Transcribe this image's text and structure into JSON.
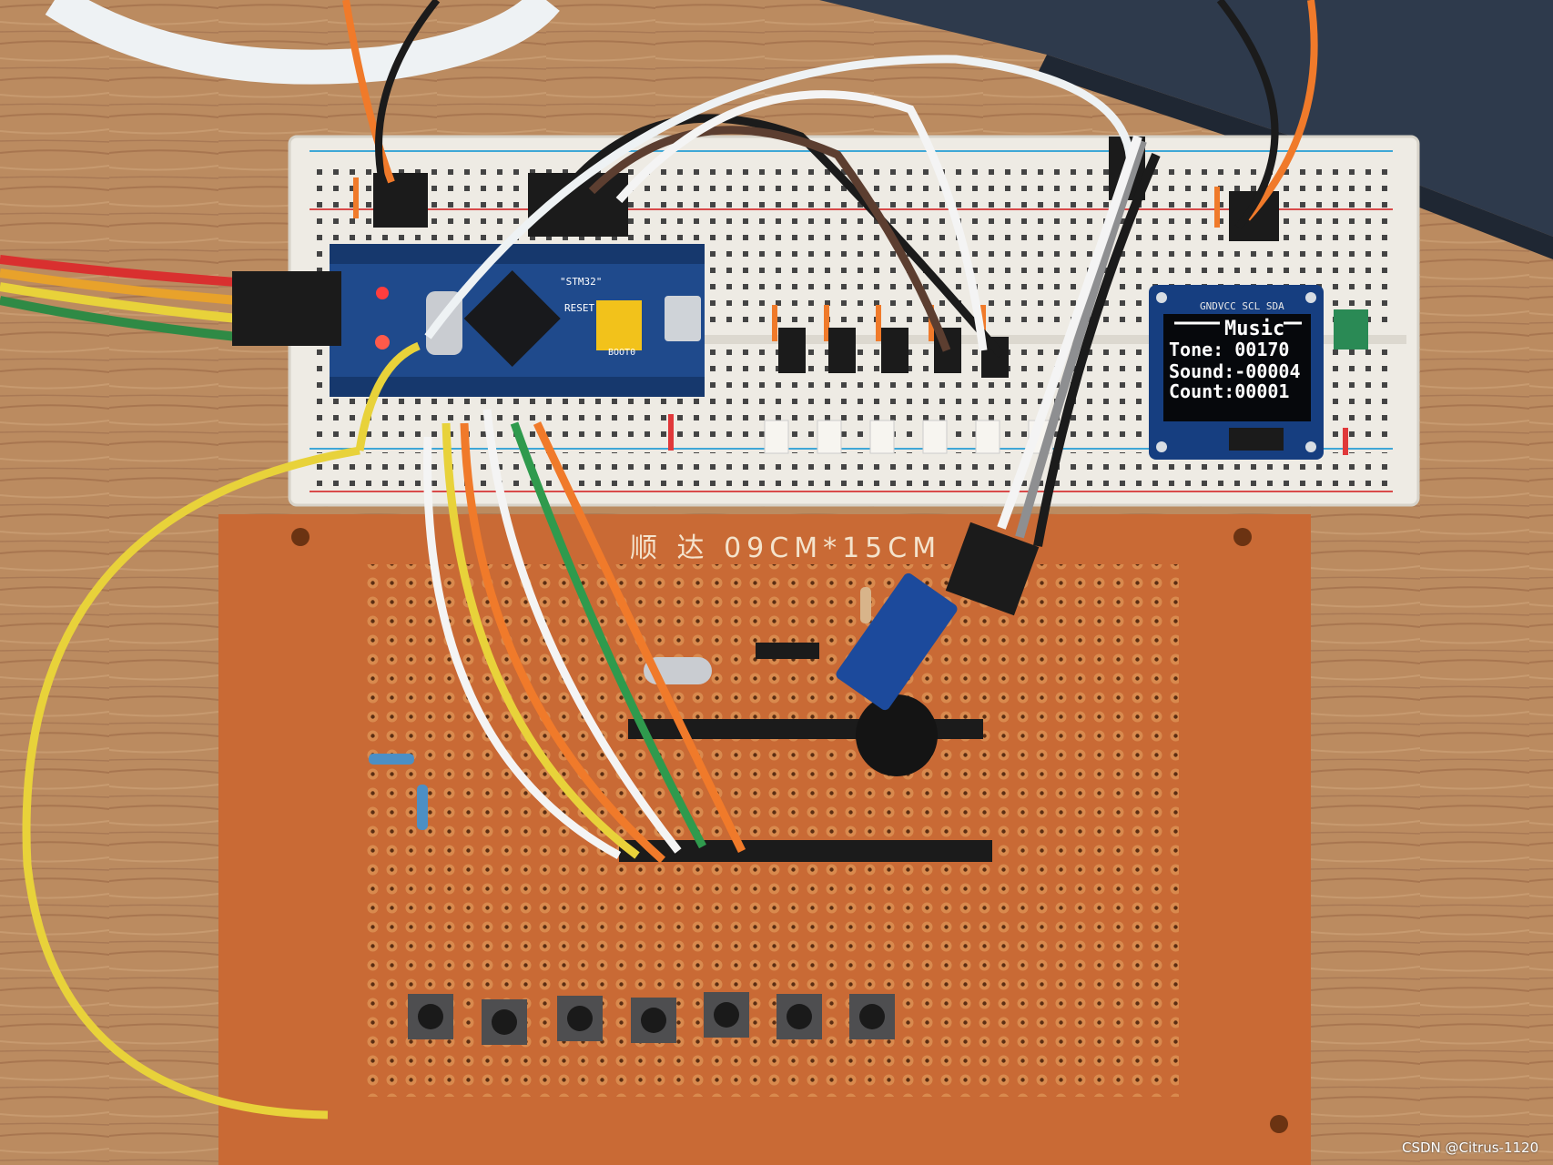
{
  "oled": {
    "header_pins": "GNDVCC SCL SDA",
    "title": "Music",
    "tone_line": "Tone: 00170",
    "sound_line": "Sound:-00004",
    "count_line": "Count:00001"
  },
  "pcb": {
    "brand": "顺 达 09CM*15CM"
  },
  "mcu_board": {
    "chip_label": "\"STM32\"",
    "reset_label": "RESET",
    "boot_label": "BOOT0"
  },
  "watermark": "CSDN @Citrus-1120",
  "colors": {
    "table": "#b9895f",
    "breadboard": "#eeebe4",
    "pcb": "#c96a35",
    "mcu_board": "#1f4a8c",
    "oled_screen": "#06080c",
    "wire_yellow": "#e8d23a",
    "wire_orange": "#f07a2a",
    "wire_white": "#f4f4f4",
    "wire_green": "#2f9a4d",
    "wire_black": "#1b1b1b"
  }
}
